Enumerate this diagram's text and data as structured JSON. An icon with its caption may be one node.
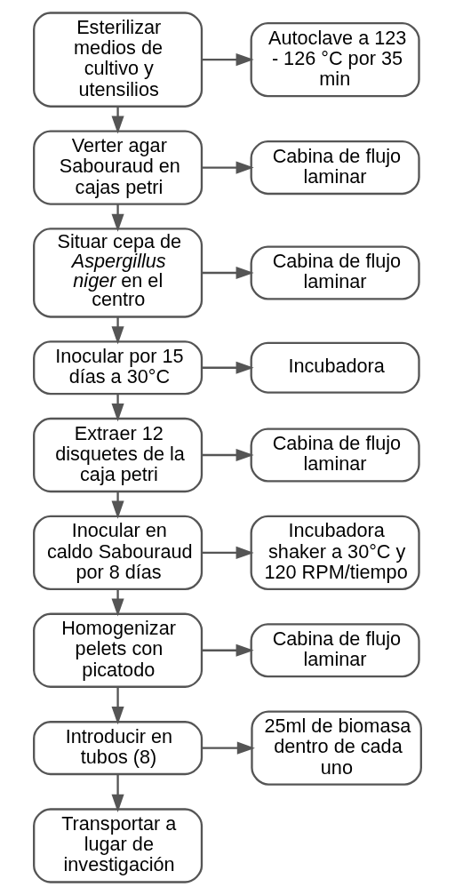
{
  "diagram": {
    "nodes": [
      {
        "text": [
          "Autoclave a 123 - 126 °C por 35 min"
        ]
      },
      {
        "text": [
          "Esterilizar medios de cultivo y utensilios"
        ]
      },
      {
        "text": [
          "Cabina de flujo laminar"
        ]
      },
      {
        "text": [
          "Verter agar Sabouraud en cajas petri"
        ]
      },
      {
        "text": [
          "Cabina de flujo laminar"
        ]
      },
      {
        "text": [
          "Situar cepa de *Aspergillus niger* en el centro"
        ]
      },
      {
        "text": [
          "Incubadora"
        ]
      },
      {
        "text": [
          "Inocular por 15 días a 30°C"
        ]
      },
      {
        "text": [
          "Cabina de flujo laminar"
        ]
      },
      {
        "text": [
          "Extraer 12 disquetes de la caja petri"
        ]
      },
      {
        "text": [
          "Incubadora shaker a 30°C y 120 RPM/tiempo"
        ]
      },
      {
        "text": [
          "Inocular en caldo Sabouraud por 8 días"
        ]
      },
      {
        "text": [
          "Cabina de flujo laminar"
        ]
      },
      {
        "text": [
          "Homogenizar pelets con picatodo"
        ]
      },
      {
        "text": [
          "25ml de biomasa dentro de cada uno"
        ]
      },
      {
        "text": [
          "Introducir en tubos (8)"
        ]
      },
      {
        "text": [
          "Transportar a lugar de investigación"
        ]
      }
    ],
    "edges": [
      {
        "from": 1,
        "to": 0,
        "arrow": "to"
      },
      {
        "from": 1,
        "to": 3,
        "arrow": "to"
      },
      {
        "from": 3,
        "to": 2,
        "arrow": "to"
      },
      {
        "from": 3,
        "to": 5,
        "arrow": "to"
      },
      {
        "from": 5,
        "to": 4,
        "arrow": "to"
      },
      {
        "from": 5,
        "to": 7,
        "arrow": "to"
      },
      {
        "from": 7,
        "to": 6,
        "arrow": "to"
      },
      {
        "from": 7,
        "to": 9,
        "arrow": "to"
      },
      {
        "from": 9,
        "to": 8,
        "arrow": "to"
      },
      {
        "from": 9,
        "to": 11,
        "arrow": "to"
      },
      {
        "from": 11,
        "to": 10,
        "arrow": "to"
      },
      {
        "from": 11,
        "to": 13,
        "arrow": "to"
      },
      {
        "from": 13,
        "to": 12,
        "arrow": "to"
      },
      {
        "from": 13,
        "to": 15,
        "arrow": "to"
      },
      {
        "from": 15,
        "to": 14,
        "arrow": "to"
      },
      {
        "from": 15,
        "to": 16,
        "arrow": "to"
      }
    ]
  }
}
